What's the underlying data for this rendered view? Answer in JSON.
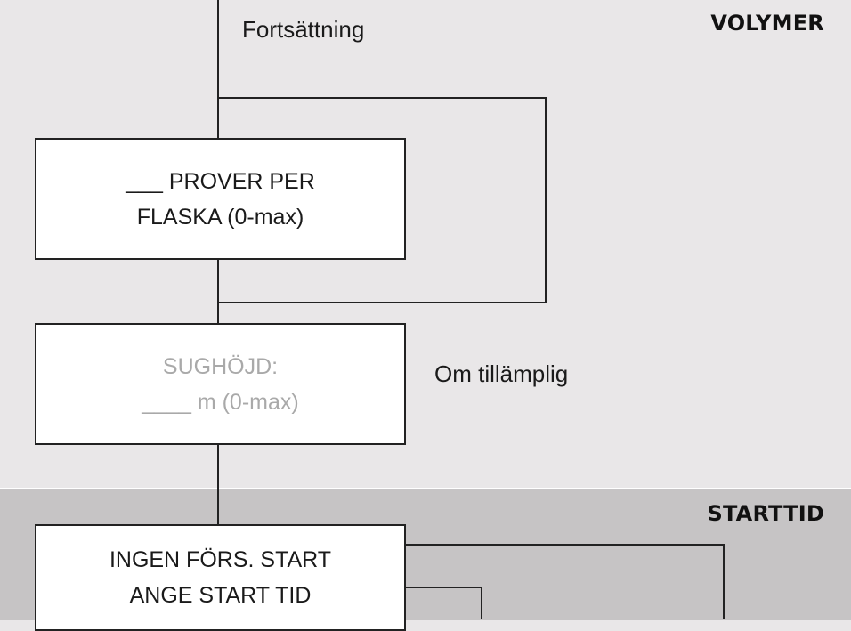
{
  "sections": {
    "volymer": "VOLYMER",
    "starttid": "STARTTID"
  },
  "notes": {
    "continuation": "Fortsättning",
    "if_applicable": "Om tillämplig"
  },
  "boxes": {
    "samples_per_bottle": {
      "line1": "___ PROVER PER",
      "line2": "FLASKA (0-max)"
    },
    "suction_height": {
      "line1": "SUGHÖJD:",
      "line2": "____ m (0-max)"
    },
    "start_time": {
      "line1": "INGEN FÖRS. START",
      "line2": "ANGE START TID"
    }
  }
}
